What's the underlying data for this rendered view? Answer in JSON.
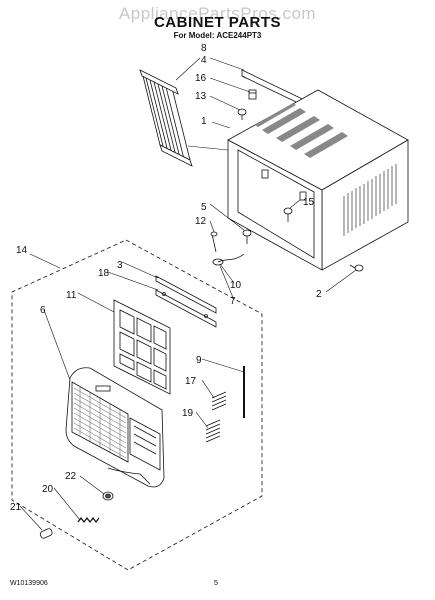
{
  "header": {
    "watermark": "AppliancePartsPros.com",
    "title": "CABINET PARTS",
    "subtitle": "For Model: ACE244PT3"
  },
  "footer": {
    "doc_number": "W10139906",
    "page_number": "5"
  },
  "callouts": {
    "c1": "1",
    "c2": "2",
    "c3": "3",
    "c4": "4",
    "c5": "5",
    "c6": "6",
    "c7": "7",
    "c8": "8",
    "c9": "9",
    "c10": "10",
    "c11": "11",
    "c12": "12",
    "c13": "13",
    "c14": "14",
    "c15": "15",
    "c16": "16",
    "c17": "17",
    "c18": "18",
    "c19": "19",
    "c20": "20",
    "c21": "21",
    "c22": "22"
  }
}
